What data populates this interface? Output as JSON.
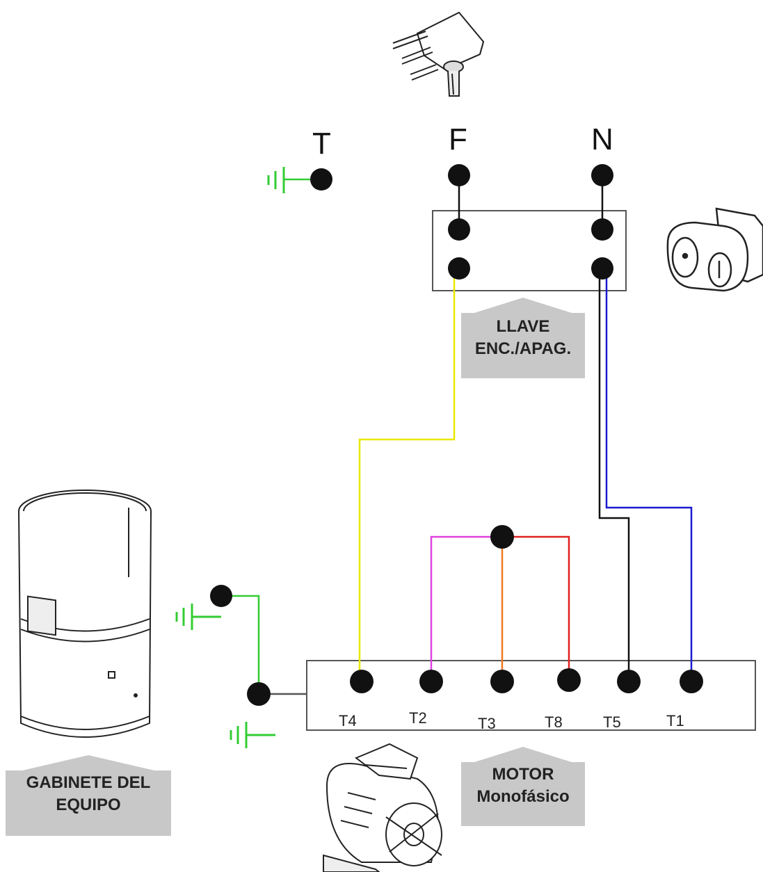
{
  "supply_labels": {
    "ground": "T",
    "phase": "F",
    "neutral": "N"
  },
  "switch_label": {
    "line1": "LLAVE",
    "line2": "ENC./APAG."
  },
  "motor_terminals": [
    "T4",
    "T2",
    "T3",
    "T8",
    "T5",
    "T1"
  ],
  "motor_label": {
    "line1": "MOTOR",
    "line2": "Monofásico"
  },
  "cabinet_label": {
    "line1": "GABINETE DEL",
    "line2": "EQUIPO"
  },
  "colors": {
    "yellow_wire": "#e8e800",
    "blue_wire": "#1a1ad0",
    "black_wire": "#111111",
    "magenta_wire": "#e040e0",
    "orange_wire": "#f07820",
    "red_wire": "#e02020",
    "ground_green": "#33cc33",
    "callout_gray": "#c8c8c8"
  },
  "icons": [
    "plug-icon",
    "rocker-switch-icon",
    "motor-icon",
    "cabinet-drum-icon",
    "ground-symbol-icon"
  ]
}
